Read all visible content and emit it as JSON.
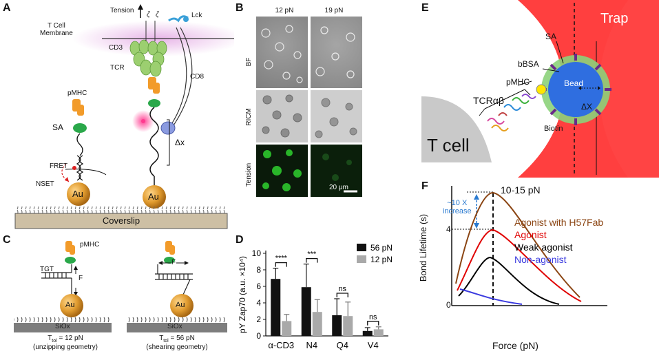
{
  "panel_labels": {
    "a": "A",
    "b": "B",
    "c": "C",
    "d": "D",
    "e": "E",
    "f": "F"
  },
  "panel_a": {
    "tension": "Tension",
    "membrane": "T Cell\nMembrane",
    "cd3": "CD3",
    "zeta1": "ζ",
    "zeta2": "ζ",
    "lck": "Lck",
    "tcr": "TCR",
    "cd8": "CD8",
    "pmhc": "pMHC",
    "sa": "SA",
    "fret": "FRET",
    "nset": "NSET",
    "delta_x": "Δx",
    "au1": "Au",
    "au2": "Au",
    "coverslip": "Coverslip"
  },
  "panel_b": {
    "col1": "12 pN",
    "col2": "19 pN",
    "row1": "BF",
    "row2": "RICM",
    "row3": "Tension",
    "scalebar": "20 μm"
  },
  "panel_c": {
    "pmhc": "pMHC",
    "tgt": "TGT",
    "f1": "F",
    "f2": "F",
    "au1": "Au",
    "au2": "Au",
    "siox1": "SiOx",
    "siox2": "SiOx",
    "ttol1": "T",
    "ttol1_sub": "tol",
    "ttol1_val": " = 12 pN",
    "geom1": "(unzipping geometry)",
    "ttol2": "T",
    "ttol2_sub": "tol",
    "ttol2_val": " = 56 pN",
    "geom2": "(shearing geometry)"
  },
  "panel_e": {
    "trap": "Trap",
    "sa": "SA",
    "bbsa": "bBSA",
    "pmhc": "pMHC",
    "tcr": "TCRαβ",
    "bead": "Bead",
    "biotin": "Biotin",
    "delta_x": "ΔX",
    "tcell": "T cell"
  },
  "panel_f": {
    "ylabel": "Bond Lifetime (s)",
    "xlabel": "Force (pN)",
    "peak_label": "10-15 pN",
    "increase": "~10 X\nincrease",
    "y4": "4",
    "y0": "0",
    "legend": [
      {
        "text": "Agonist with H57Fab",
        "color": "#8b4513"
      },
      {
        "text": "Agonist",
        "color": "#e00000"
      },
      {
        "text": "Weak agonist",
        "color": "#000000"
      },
      {
        "text": "Non-agonist",
        "color": "#3a3adf"
      }
    ]
  },
  "chart_data": {
    "type": "bar",
    "ylabel": "pY Zap70 (a.u. ×10⁴)",
    "ylim": [
      0,
      10
    ],
    "yticks": [
      0,
      2,
      4,
      6,
      8,
      10
    ],
    "categories": [
      "α-CD3",
      "N4",
      "Q4",
      "V4"
    ],
    "series": [
      {
        "name": "56 pN",
        "color": "#111111",
        "values": [
          6.9,
          5.9,
          2.5,
          0.6
        ],
        "errors": [
          1.3,
          2.8,
          2.0,
          0.4
        ]
      },
      {
        "name": "12 pN",
        "color": "#a9a9a9",
        "values": [
          1.8,
          2.9,
          2.4,
          0.8
        ],
        "errors": [
          0.8,
          1.5,
          1.7,
          0.3
        ]
      }
    ],
    "significance": [
      "****",
      "***",
      "ns",
      "ns"
    ]
  }
}
